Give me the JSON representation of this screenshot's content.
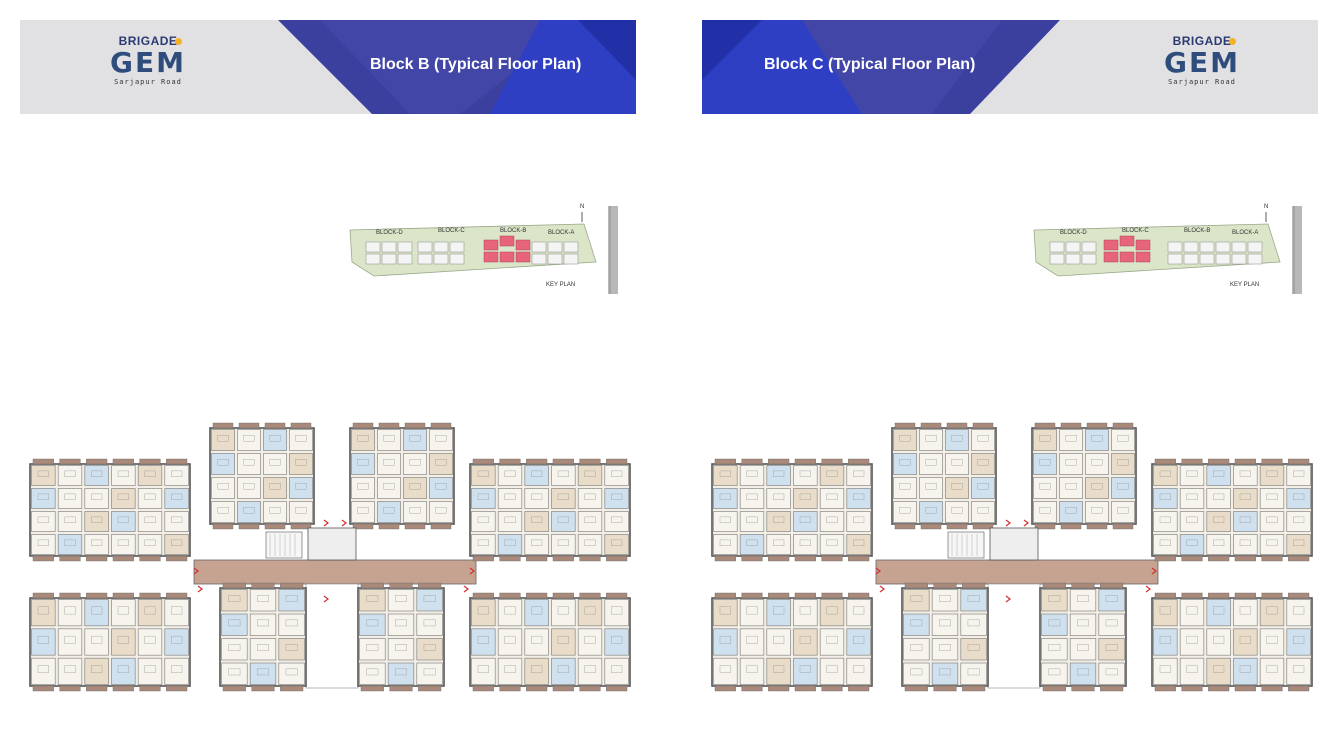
{
  "brand": {
    "brigade": "BRIGADE",
    "gem": "GEM",
    "location": "Sarjapur Road"
  },
  "panels": [
    {
      "title": "Block B (Typical Floor Plan)",
      "highlight_block": "BLOCK-B",
      "key_plan": {
        "label": "KEY PLAN",
        "blocks": [
          "BLOCK-D",
          "BLOCK-C",
          "BLOCK-B",
          "BLOCK-A"
        ],
        "north": "N"
      }
    },
    {
      "title": "Block C (Typical Floor Plan)",
      "highlight_block": "BLOCK-C",
      "key_plan": {
        "label": "KEY PLAN",
        "blocks": [
          "BLOCK-D",
          "BLOCK-C",
          "BLOCK-B",
          "BLOCK-A"
        ],
        "north": "N"
      }
    }
  ],
  "colors": {
    "banner_gray": "#e1e1e3",
    "banner_blue": "#3b3f9e",
    "banner_blue_dark": "#2a2f8e",
    "banner_blue_bright": "#2f3fc4",
    "key_highlight": "#e8647a",
    "corridor": "#c6a390",
    "bathroom": "#cfe0ee"
  }
}
